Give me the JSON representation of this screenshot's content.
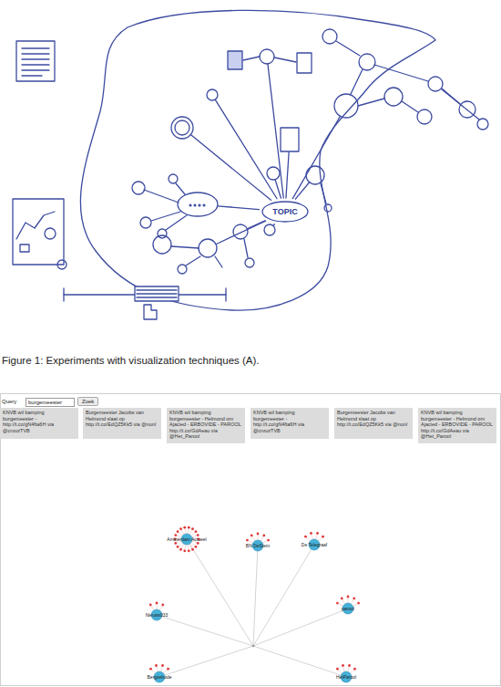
{
  "diagram": {
    "caption": "Figure 1: Experiments with visualization techniques (A).",
    "nodes": [
      {
        "text": [
          "TOPIC"
        ]
      },
      {
        "text": [
          "burgemeester"
        ]
      },
      {
        "text": [
          "Zoek"
        ]
      },
      {
        "text": [
          "KNVB wil bamping burgemeester - http://t.co/gN4fta6H via @crouzTVB"
        ]
      },
      {
        "text": [
          "Burgemeester Jacobs van Helmond slaat op http://t.co/EdQZ5Kk5 via @nunl"
        ]
      },
      {
        "text": [
          "KNVB wil bamping burgemeester - Helmond om Ajacied - ERBOVIDE - PAROOL http://t.co/GdAeau via @Het_Parool"
        ]
      },
      {
        "text": [
          "KNVB wil bamping burgemeester - http://t.co/gN4fta6H via @crouzTVB"
        ]
      },
      {
        "text": [
          "Burgemeester Jacobs van Helmond slaat op http://t.co/EdQZ5Kk5 via @nunl"
        ]
      },
      {
        "text": [
          "KNVB wil bamping burgemeester - Helmond om Ajacied - ERBOVIDE - PAROOL http://t.co/GdAeau via @Het_Parool"
        ]
      }
    ],
    "labels": [
      "Query",
      "Amsterdam Actueel",
      "BN DeStem",
      "De Telegraaf",
      "parool",
      "Nieuws033",
      "Bergsebode",
      "HetParool"
    ]
  }
}
